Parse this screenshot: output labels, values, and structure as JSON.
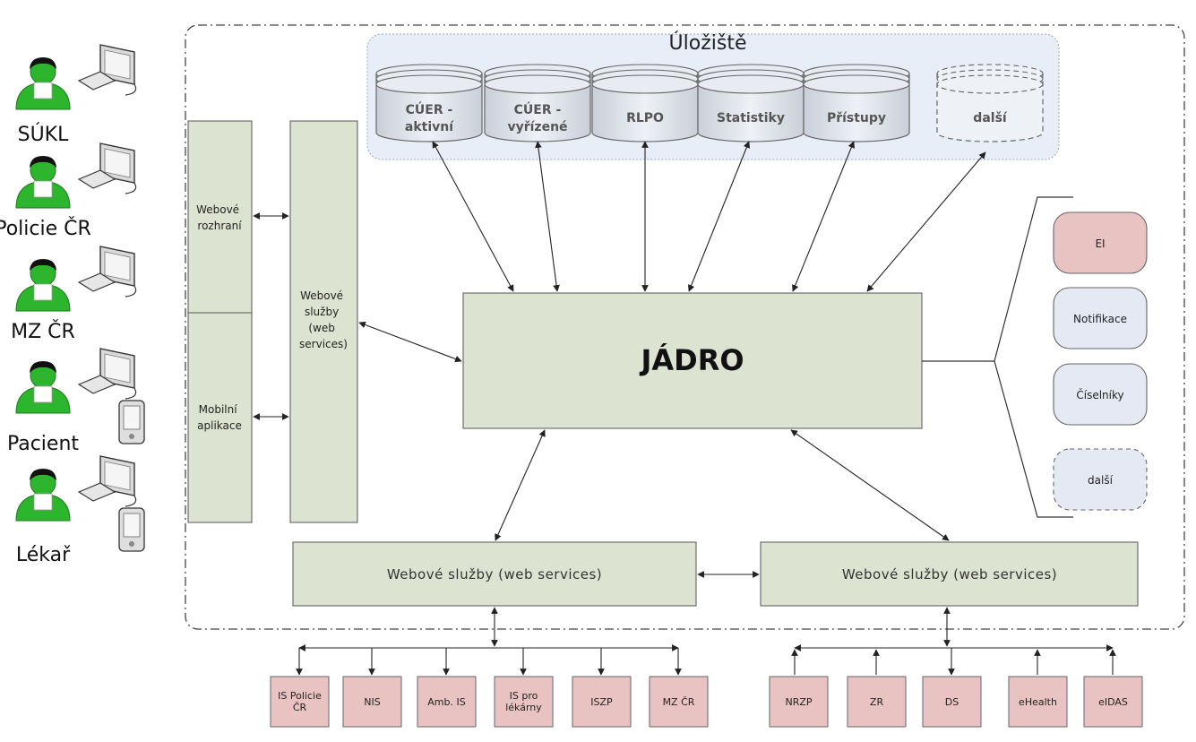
{
  "storage": {
    "title": "Úložiště",
    "databases": [
      {
        "id": "cuer-aktivni",
        "lines": [
          "CÚER -",
          "aktivní"
        ],
        "dashed": false
      },
      {
        "id": "cuer-vyrizene",
        "lines": [
          "CÚER -",
          "vyřízené"
        ],
        "dashed": false
      },
      {
        "id": "rlpo",
        "lines": [
          "RLPO"
        ],
        "dashed": false
      },
      {
        "id": "statistiky",
        "lines": [
          "Statistiky"
        ],
        "dashed": false
      },
      {
        "id": "pristupy",
        "lines": [
          "Přístupy"
        ],
        "dashed": false
      },
      {
        "id": "dalsi",
        "lines": [
          "další"
        ],
        "dashed": true
      }
    ]
  },
  "actors": [
    {
      "id": "sukl",
      "name": "SÚKL",
      "mobile": false
    },
    {
      "id": "policie",
      "name": "Policie ČR",
      "mobile": false
    },
    {
      "id": "mz",
      "name": "MZ ČR",
      "mobile": false
    },
    {
      "id": "pacient",
      "name": "Pacient",
      "mobile": true
    },
    {
      "id": "lekar",
      "name": "Lékař",
      "mobile": true
    }
  ],
  "left_panel": {
    "web_ui": [
      "Webové",
      "rozhraní"
    ],
    "mobile_app": [
      "Mobilní",
      "aplikace"
    ],
    "web_services": [
      "Webové",
      "služby",
      "(web",
      "services)"
    ]
  },
  "core": {
    "label": "JÁDRO"
  },
  "bottom_services": {
    "left": "Webové služby (web services)",
    "right": "Webové služby (web services)"
  },
  "side_modules": [
    {
      "id": "ei",
      "label": "EI",
      "color": "#e9c3c1",
      "dashed": false
    },
    {
      "id": "notifikace",
      "label": "Notifikace",
      "color": "#e4e9f4",
      "dashed": false
    },
    {
      "id": "ciselniky",
      "label": "Číselníky",
      "color": "#e4e9f4",
      "dashed": false
    },
    {
      "id": "dalsi",
      "label": "další",
      "color": "#e4e9f4",
      "dashed": true
    }
  ],
  "external_left": [
    {
      "id": "is-policie",
      "lines": [
        "IS Policie",
        "ČR"
      ]
    },
    {
      "id": "nis",
      "lines": [
        "NIS"
      ]
    },
    {
      "id": "amb-is",
      "lines": [
        "Amb. IS"
      ]
    },
    {
      "id": "is-lekarny",
      "lines": [
        "IS pro",
        "lékárny"
      ]
    },
    {
      "id": "iszp",
      "lines": [
        "ISZP"
      ]
    },
    {
      "id": "mzcr",
      "lines": [
        "MZ ČR"
      ]
    }
  ],
  "external_right": [
    {
      "id": "nrzp",
      "lines": [
        "NRZP"
      ]
    },
    {
      "id": "zr",
      "lines": [
        "ZR"
      ]
    },
    {
      "id": "ds",
      "lines": [
        "DS"
      ]
    },
    {
      "id": "ehealth",
      "lines": [
        "eHealth"
      ]
    },
    {
      "id": "eidas",
      "lines": [
        "eIDAS"
      ]
    }
  ],
  "colors": {
    "green_box": "#dde3d1",
    "storage_bg": "#e8eef8",
    "db_fill": "#dfe4ec",
    "ext_fill": "#e9c3c1",
    "actor_green": "#2db52d"
  }
}
